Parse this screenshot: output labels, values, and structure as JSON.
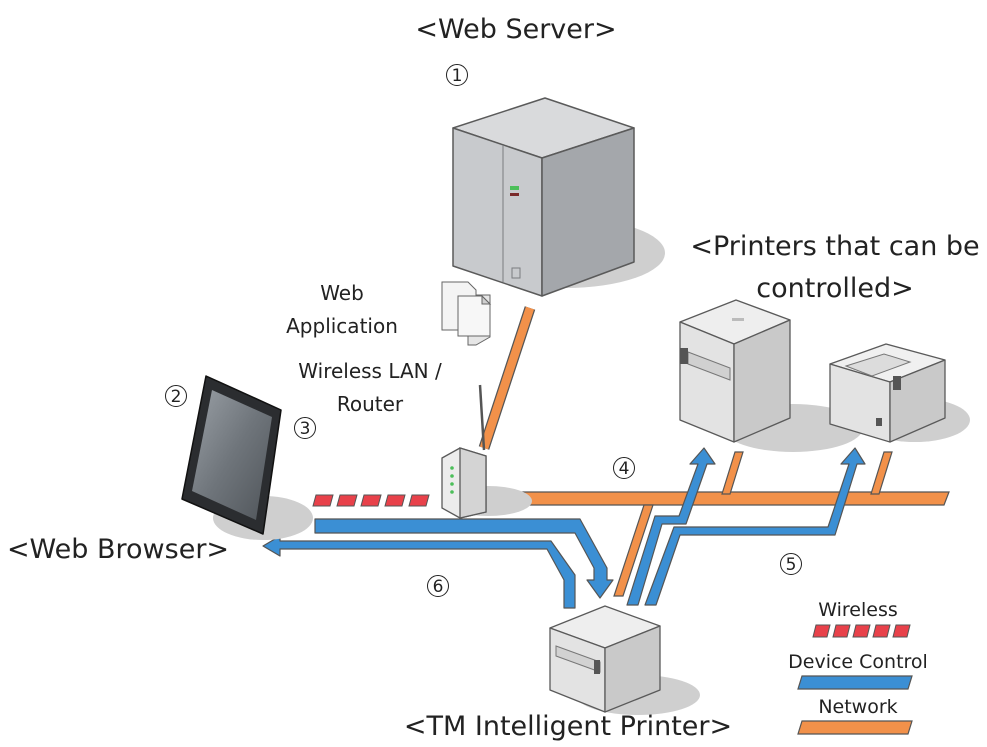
{
  "labels": {
    "web_server": "<Web Server>",
    "web_browser": "<Web Browser>",
    "printers_line1": "<Printers that can be",
    "printers_line2": "controlled>",
    "tm_printer": "<TM Intelligent Printer>",
    "web_app_line1": "Web",
    "web_app_line2": "Application",
    "router_line1": "Wireless LAN /",
    "router_line2": "Router"
  },
  "step_numbers": [
    "1",
    "2",
    "3",
    "4",
    "5",
    "6"
  ],
  "legend": {
    "wireless": "Wireless",
    "device_control": "Device Control",
    "network": "Network"
  },
  "colors": {
    "wireless": "#e8414a",
    "device_control": "#3b8fd4",
    "network": "#f2914a",
    "shadow": "#cfcfcf",
    "device_body": "#e6e6e6"
  }
}
